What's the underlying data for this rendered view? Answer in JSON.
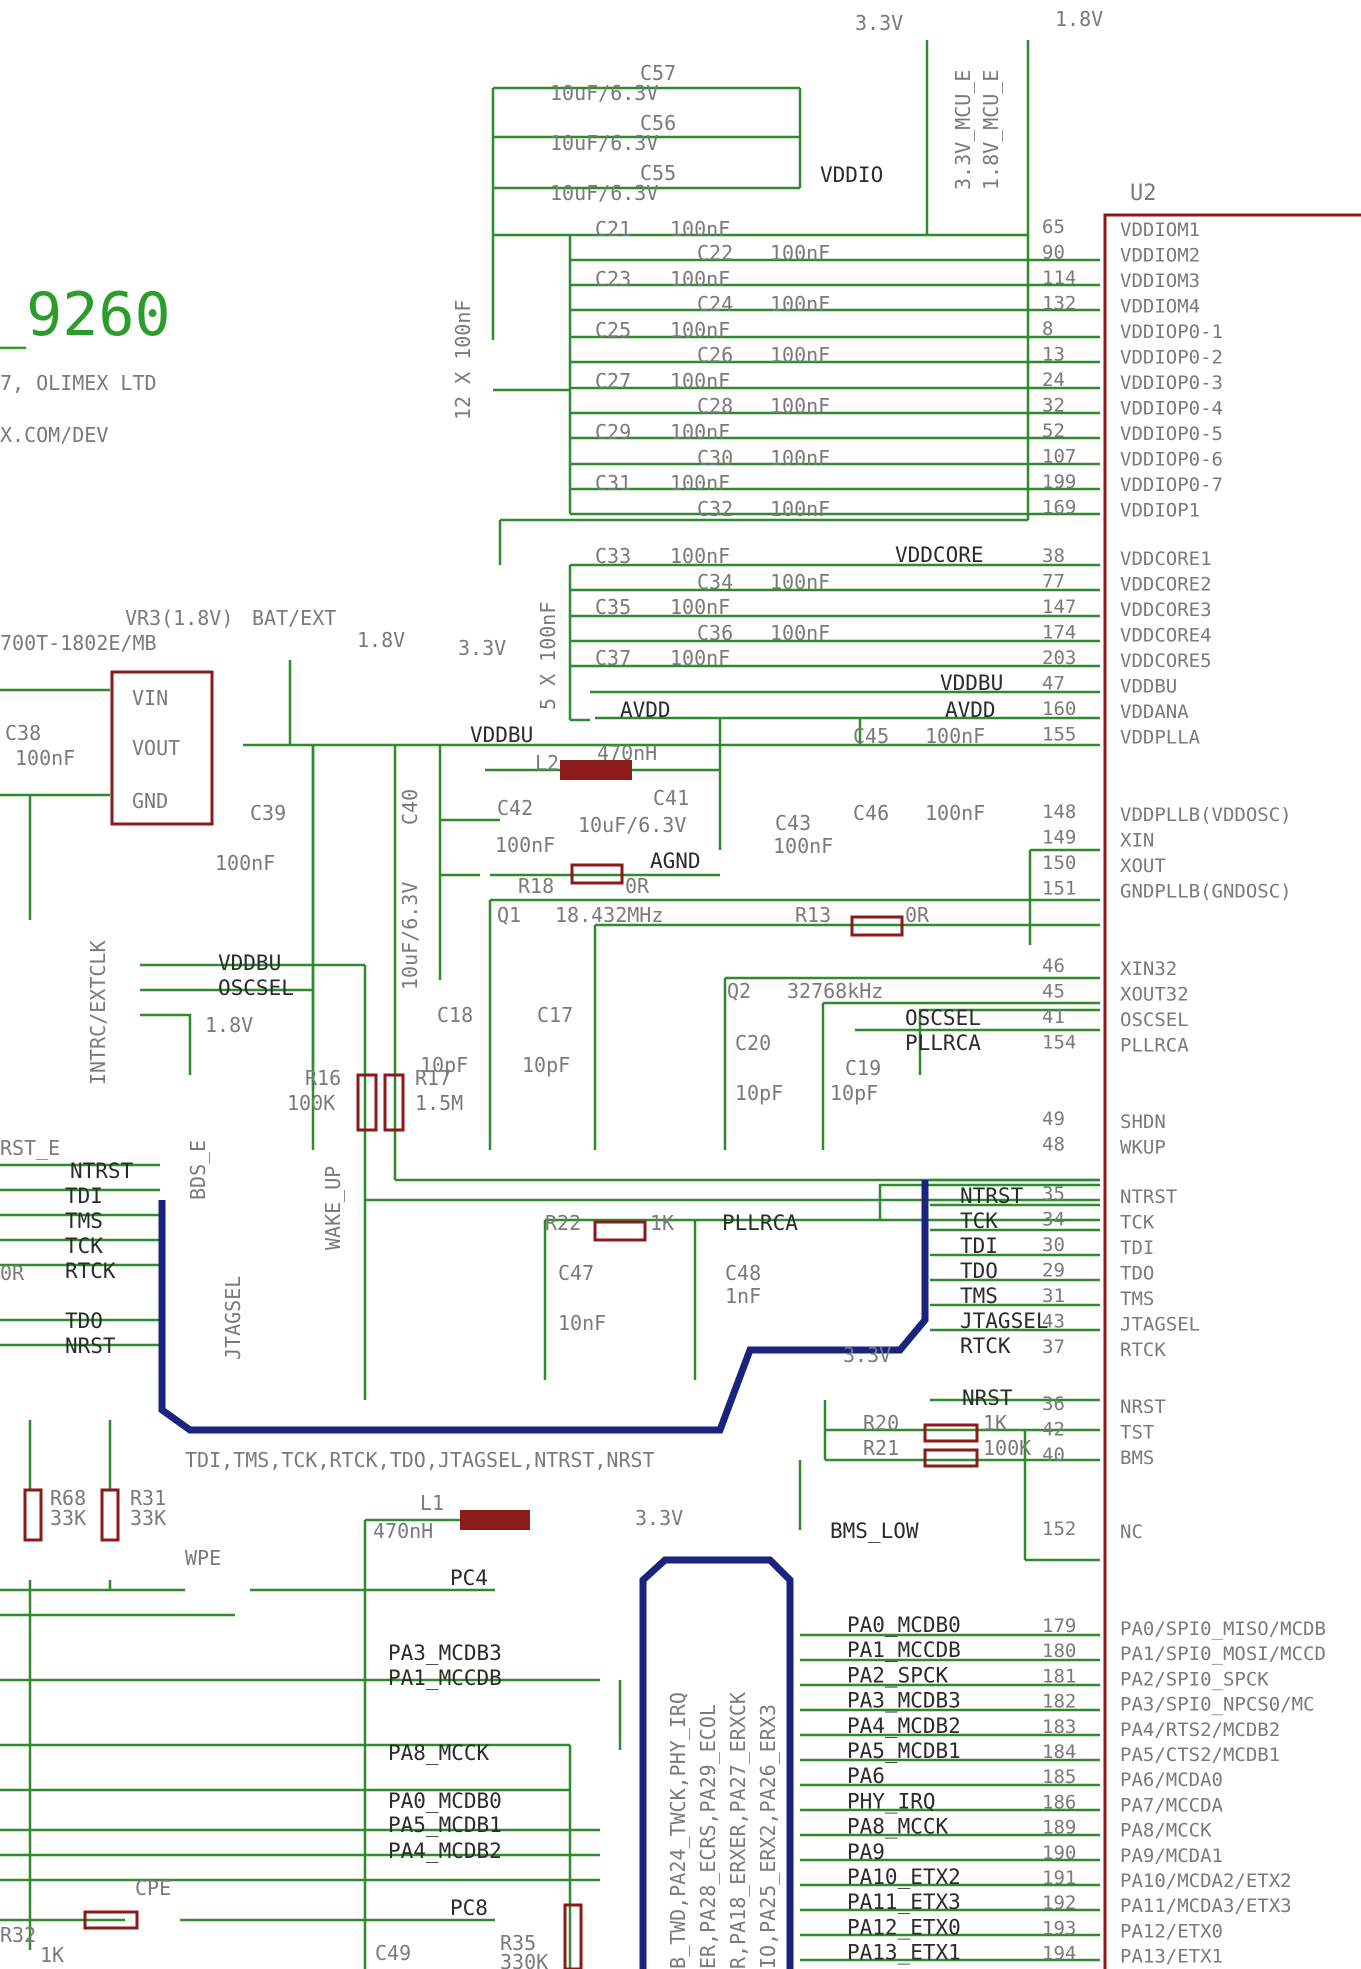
{
  "header": {
    "title_fragment": "_9260",
    "copyright_fragment": "7, OLIMEX LTD",
    "url_fragment": "X.COM/DEV"
  },
  "chip": {
    "ref": "U2",
    "pins_top": [
      {
        "num": "65",
        "name": "VDDIOM1"
      },
      {
        "num": "90",
        "name": "VDDIOM2"
      },
      {
        "num": "114",
        "name": "VDDIOM3"
      },
      {
        "num": "132",
        "name": "VDDIOM4"
      },
      {
        "num": "8",
        "name": "VDDIOP0-1"
      },
      {
        "num": "13",
        "name": "VDDIOP0-2"
      },
      {
        "num": "24",
        "name": "VDDIOP0-3"
      },
      {
        "num": "32",
        "name": "VDDIOP0-4"
      },
      {
        "num": "52",
        "name": "VDDIOP0-5"
      },
      {
        "num": "107",
        "name": "VDDIOP0-6"
      },
      {
        "num": "199",
        "name": "VDDIOP0-7"
      },
      {
        "num": "169",
        "name": "VDDIOP1"
      }
    ],
    "pins_core": [
      {
        "num": "38",
        "name": "VDDCORE1"
      },
      {
        "num": "77",
        "name": "VDDCORE2"
      },
      {
        "num": "147",
        "name": "VDDCORE3"
      },
      {
        "num": "174",
        "name": "VDDCORE4"
      },
      {
        "num": "203",
        "name": "VDDCORE5"
      },
      {
        "num": "47",
        "name": "VDDBU"
      },
      {
        "num": "160",
        "name": "VDDANA"
      },
      {
        "num": "155",
        "name": "VDDPLLA"
      }
    ],
    "pins_pll": [
      {
        "num": "148",
        "name": "VDDPLLB(VDDOSC)"
      },
      {
        "num": "149",
        "name": "XIN"
      },
      {
        "num": "150",
        "name": "XOUT"
      },
      {
        "num": "151",
        "name": "GNDPLLB(GNDOSC)"
      }
    ],
    "pins_osc": [
      {
        "num": "46",
        "name": "XIN32"
      },
      {
        "num": "45",
        "name": "XOUT32"
      },
      {
        "num": "41",
        "name": "OSCSEL"
      },
      {
        "num": "154",
        "name": "PLLRCA"
      }
    ],
    "pins_sys": [
      {
        "num": "49",
        "name": "SHDN"
      },
      {
        "num": "48",
        "name": "WKUP"
      }
    ],
    "pins_jtag": [
      {
        "num": "35",
        "name": "NTRST"
      },
      {
        "num": "34",
        "name": "TCK"
      },
      {
        "num": "30",
        "name": "TDI"
      },
      {
        "num": "29",
        "name": "TDO"
      },
      {
        "num": "31",
        "name": "TMS"
      },
      {
        "num": "43",
        "name": "JTAGSEL"
      },
      {
        "num": "37",
        "name": "RTCK"
      }
    ],
    "pins_rst": [
      {
        "num": "36",
        "name": "NRST"
      },
      {
        "num": "42",
        "name": "TST"
      },
      {
        "num": "40",
        "name": "BMS"
      }
    ],
    "pins_nc": [
      {
        "num": "152",
        "name": "NC"
      }
    ],
    "pins_pa": [
      {
        "num": "179",
        "name": "PA0/SPI0_MISO/MCDB",
        "net": "PA0_MCDB0"
      },
      {
        "num": "180",
        "name": "PA1/SPI0_MOSI/MCCD",
        "net": "PA1_MCCDB"
      },
      {
        "num": "181",
        "name": "PA2/SPI0_SPCK",
        "net": "PA2_SPCK"
      },
      {
        "num": "182",
        "name": "PA3/SPI0_NPCS0/MC",
        "net": "PA3_MCDB3"
      },
      {
        "num": "183",
        "name": "PA4/RTS2/MCDB2",
        "net": "PA4_MCDB2"
      },
      {
        "num": "184",
        "name": "PA5/CTS2/MCDB1",
        "net": "PA5_MCDB1"
      },
      {
        "num": "185",
        "name": "PA6/MCDA0",
        "net": "PA6"
      },
      {
        "num": "186",
        "name": "PA7/MCCDA",
        "net": "PHY_IRQ"
      },
      {
        "num": "189",
        "name": "PA8/MCCK",
        "net": "PA8_MCCK"
      },
      {
        "num": "190",
        "name": "PA9/MCDA1",
        "net": "PA9"
      },
      {
        "num": "191",
        "name": "PA10/MCDA2/ETX2",
        "net": "PA10_ETX2"
      },
      {
        "num": "192",
        "name": "PA11/MCDA3/ETX3",
        "net": "PA11_ETX3"
      },
      {
        "num": "193",
        "name": "PA12/ETX0",
        "net": "PA12_ETX0"
      },
      {
        "num": "194",
        "name": "PA13/ETX1",
        "net": "PA13_ETX1"
      }
    ]
  },
  "capacitors_io": [
    {
      "ref": "C57",
      "value": "10uF/6.3V"
    },
    {
      "ref": "C56",
      "value": "10uF/6.3V"
    },
    {
      "ref": "C55",
      "value": "10uF/6.3V"
    },
    {
      "ref": "C21",
      "value": "100nF"
    },
    {
      "ref": "C22",
      "value": "100nF"
    },
    {
      "ref": "C23",
      "value": "100nF"
    },
    {
      "ref": "C24",
      "value": "100nF"
    },
    {
      "ref": "C25",
      "value": "100nF"
    },
    {
      "ref": "C26",
      "value": "100nF"
    },
    {
      "ref": "C27",
      "value": "100nF"
    },
    {
      "ref": "C28",
      "value": "100nF"
    },
    {
      "ref": "C29",
      "value": "100nF"
    },
    {
      "ref": "C30",
      "value": "100nF"
    },
    {
      "ref": "C31",
      "value": "100nF"
    },
    {
      "ref": "C32",
      "value": "100nF"
    }
  ],
  "capacitors_core": [
    {
      "ref": "C33",
      "value": "100nF"
    },
    {
      "ref": "C34",
      "value": "100nF"
    },
    {
      "ref": "C35",
      "value": "100nF"
    },
    {
      "ref": "C36",
      "value": "100nF"
    },
    {
      "ref": "C37",
      "value": "100nF"
    }
  ],
  "labels": {
    "v33": "3.3V",
    "v18": "1.8V",
    "mcu_e33": "3.3V_MCU_E",
    "mcu_e18": "1.8V_MCU_E",
    "vddio": "VDDIO",
    "vddcore": "VDDCORE",
    "vddbu": "VDDBU",
    "avdd": "AVDD",
    "agnd": "AGND",
    "cap12": "12 X 100nF",
    "cap5": "5 X 100nF",
    "vr3": "VR3(1.8V)",
    "vr3_part": "700T-1802E/MB",
    "vin": "VIN",
    "vout": "VOUT",
    "gnd": "GND",
    "bat_ext": "BAT/EXT",
    "c38": "C38",
    "c38v": "100nF",
    "c39": "C39",
    "c39v": "100nF",
    "c40": "C40",
    "c40v": "10uF/6.3V",
    "c42": "C42",
    "c42v": "100nF",
    "l2": "L2",
    "l2v": "470nH",
    "c41": "C41",
    "c41v": "10uF/6.3V",
    "c43": "C43",
    "c43v": "100nF",
    "c45": "C45",
    "c45v": "100nF",
    "c46": "C46",
    "c46v": "100nF",
    "r18": "R18",
    "r18v": "0R",
    "r13": "R13",
    "r13v": "0R",
    "q1": "Q1",
    "q1v": "18.432MHz",
    "q2": "Q2",
    "q2v": "32768kHz",
    "c18": "C18",
    "c18v": "10pF",
    "c17": "C17",
    "c17v": "10pF",
    "c20": "C20",
    "c20v": "10pF",
    "c19": "C19",
    "c19v": "10pF",
    "intrc": "INTRC/EXTCLK",
    "oscsel": "OSCSEL",
    "pllrca": "PLLRCA",
    "r16": "R16",
    "r16v": "100K",
    "r17": "R17",
    "r17v": "1.5M",
    "wake_up": "WAKE_UP",
    "bds_e": "BDS_E",
    "jtagsel": "JTAGSEL",
    "rst_e": "RST_E",
    "jtag_left": [
      "NTRST",
      "TDI",
      "TMS",
      "TCK",
      "RTCK",
      "TDO",
      "NRST"
    ],
    "rtck_r": "0R",
    "r22": "R22",
    "r22v": "1K",
    "c47": "C47",
    "c47v": "10nF",
    "c48": "C48",
    "c48v": "1nF",
    "jtag_bus": "TDI,TMS,TCK,RTCK,TDO,JTAGSEL,NTRST,NRST",
    "r20": "R20",
    "r20v": "1K",
    "r21": "R21",
    "r21v": "100K",
    "bms_low": "BMS_LOW",
    "r68": "R68",
    "r68v": "33K",
    "r31": "R31",
    "r31v": "33K",
    "l1": "L1",
    "l1v": "470nH",
    "wpe": "WPE",
    "pc4": "PC4",
    "pc8": "PC8",
    "cpe": "CPE",
    "r32": "R32",
    "r32v": "1K",
    "c49": "C49",
    "r35": "R35",
    "r35v": "330K",
    "pa_left": [
      "PA3_MCDB3",
      "PA1_MCCDB",
      "PA8_MCCK",
      "PA0_MCDB0",
      "PA5_MCDB1",
      "PA4_MCDB2"
    ],
    "bus_text": [
      "B_TWD,PA24_TWCK,PHY_IRQ",
      "ER,PA28_ECRS,PA29_ECOL",
      "R,PA18_ERXER,PA27_ERXCK",
      "IO,PA25_ERX2,PA26_ERX3"
    ]
  },
  "colors": {
    "wire": "#2e8b2e",
    "bus": "#1a237e",
    "part": "#8b1a1a",
    "text": "#7a7a7a"
  }
}
